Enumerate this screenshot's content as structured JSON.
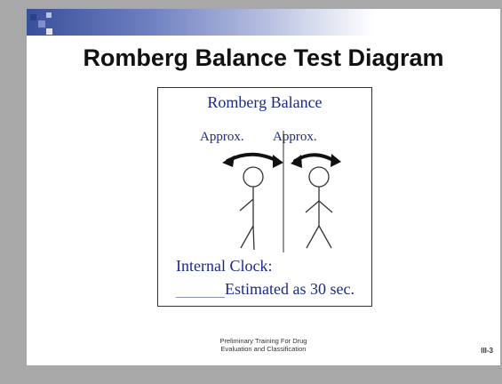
{
  "slide": {
    "title": "Romberg Balance Test Diagram",
    "footer_line1": "Preliminary Training For Drug",
    "footer_line2": "Evaluation and Classification",
    "page_number": "III-3"
  },
  "diagram": {
    "heading": "Romberg Balance",
    "left_label": "Approx.",
    "right_label": "Approx.",
    "clock_label": "Internal Clock:",
    "clock_estimate": "Estimated as 30 sec."
  },
  "colors": {
    "accent": "#3a4f9a",
    "text_blue": "#1a2a8a",
    "background": "#a8a8a8"
  }
}
